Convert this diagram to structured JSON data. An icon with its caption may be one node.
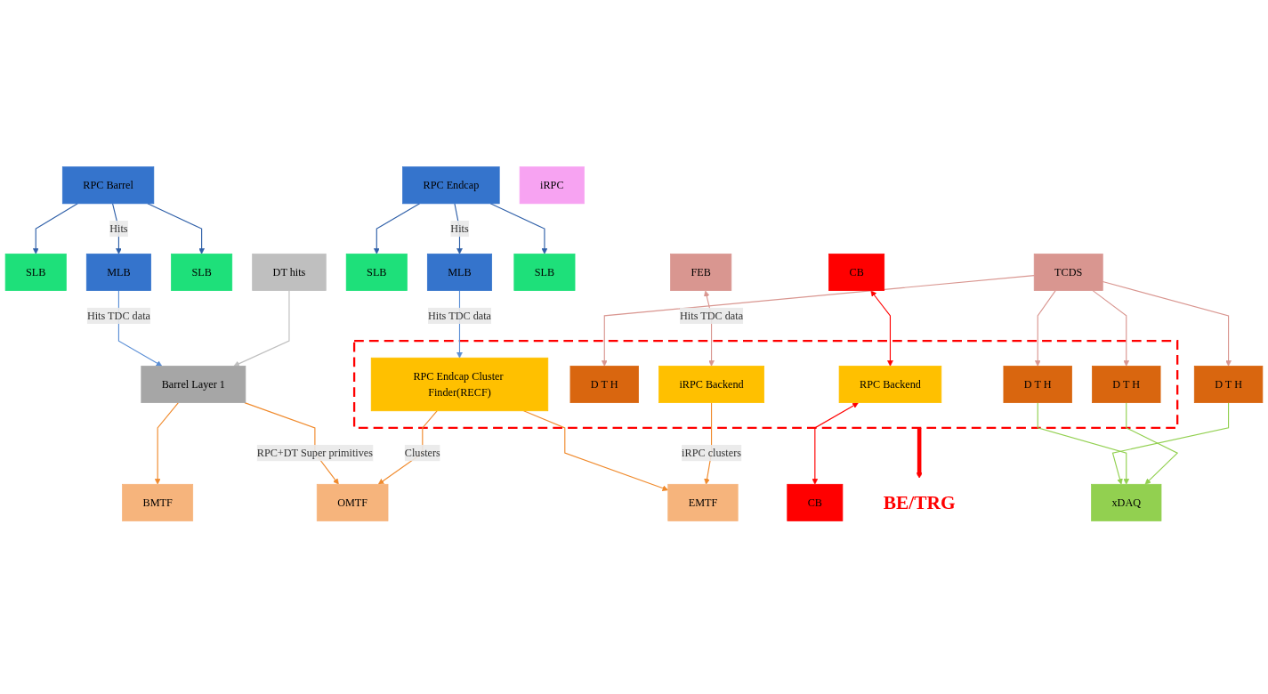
{
  "diagram": {
    "nodes": [
      {
        "text": [
          "RPC Barrel"
        ]
      },
      {
        "text": [
          "RPC Endcap"
        ]
      },
      {
        "text": [
          "iRPC"
        ]
      },
      {
        "text": [
          "SLB"
        ]
      },
      {
        "text": [
          "MLB"
        ]
      },
      {
        "text": [
          "SLB"
        ]
      },
      {
        "text": [
          "CB"
        ]
      },
      {
        "text": [
          "CB"
        ]
      },
      {
        "text": [
          "SLB"
        ]
      },
      {
        "text": [
          "MLB"
        ]
      },
      {
        "text": [
          "SLB"
        ]
      },
      {
        "text": [
          "FEB"
        ]
      },
      {
        "text": [
          "DT hits"
        ]
      },
      {
        "text": [],
        "shape": "box"
      },
      {
        "text": [
          "Barrel Layer 1"
        ]
      },
      {
        "text": [
          "D T H"
        ]
      },
      {
        "text": [
          "RPC Backend"
        ],
        "in": 13
      },
      {
        "text": [
          "D T H"
        ],
        "in": 13
      },
      {
        "text": [
          "RPC Endcap Cluster Finder(RECF)"
        ],
        "in": 13
      },
      {
        "text": [
          "D T H"
        ],
        "in": 13
      },
      {
        "text": [
          "iRPC Backend"
        ],
        "in": 13
      },
      {
        "text": [
          "D T H"
        ],
        "in": 13
      },
      {
        "text": [
          "BE/TRG"
        ]
      },
      {
        "text": [
          "TCDS"
        ]
      },
      {
        "text": [
          "xDAQ"
        ]
      },
      {
        "text": [
          "BMTF"
        ]
      },
      {
        "text": [
          "OMTF"
        ]
      },
      {
        "text": [
          "EMTF"
        ]
      }
    ],
    "edges": [
      {
        "from": 0,
        "to": 3,
        "arrow": "to",
        "color": "#2e5fa8"
      },
      {
        "from": 0,
        "to": 4,
        "arrow": "to",
        "label": "Hits",
        "color": "#2e5fa8"
      },
      {
        "from": 0,
        "to": 5,
        "arrow": "to",
        "color": "#2e5fa8"
      },
      {
        "from": 1,
        "to": 8,
        "arrow": "to",
        "color": "#2e5fa8"
      },
      {
        "from": 1,
        "to": 9,
        "arrow": "to",
        "label": "Hits",
        "color": "#2e5fa8"
      },
      {
        "from": 1,
        "to": 10,
        "arrow": "to",
        "color": "#2e5fa8"
      },
      {
        "from": 4,
        "to": 14,
        "arrow": "to",
        "label": "Hits TDC data",
        "color": "#5b8fd6"
      },
      {
        "from": 9,
        "to": 18,
        "arrow": "to",
        "label": "Hits TDC data",
        "color": "#5b8fd6"
      },
      {
        "from": 6,
        "to": 16,
        "arrow": "both",
        "color": "#ff0000"
      },
      {
        "from": 16,
        "to": 7,
        "arrow": "both",
        "color": "#ff0000"
      },
      {
        "from": 11,
        "to": 20,
        "arrow": "both",
        "label": "Hits TDC data",
        "color": "#d99690"
      },
      {
        "from": 12,
        "to": 14,
        "arrow": "to",
        "color": "#bfbfbf"
      },
      {
        "from": 13,
        "to": 22,
        "arrow": "to",
        "style": "thick",
        "color": "#ff0000"
      },
      {
        "from": 23,
        "to": 15,
        "arrow": "to",
        "color": "#d99690"
      },
      {
        "from": 23,
        "to": 17,
        "arrow": "to",
        "color": "#d99690"
      },
      {
        "from": 23,
        "to": 19,
        "arrow": "to",
        "color": "#d99690"
      },
      {
        "from": 23,
        "to": 21,
        "arrow": "to",
        "color": "#d99690"
      },
      {
        "from": 15,
        "to": 24,
        "arrow": "to",
        "color": "#92d050"
      },
      {
        "from": 19,
        "to": 24,
        "arrow": "to",
        "color": "#92d050"
      },
      {
        "from": 21,
        "to": 24,
        "arrow": "to",
        "color": "#92d050"
      },
      {
        "from": 14,
        "to": 25,
        "arrow": "to",
        "color": "#f08a2c"
      },
      {
        "from": 14,
        "to": 26,
        "arrow": "to",
        "label": "RPC+DT Super primitives",
        "color": "#f08a2c"
      },
      {
        "from": 18,
        "to": 26,
        "arrow": "to",
        "label": "Clusters",
        "color": "#f08a2c"
      },
      {
        "from": 18,
        "to": 27,
        "arrow": "to",
        "color": "#f08a2c"
      },
      {
        "from": 20,
        "to": 27,
        "arrow": "to",
        "label": "iRPC clusters",
        "color": "#f08a2c"
      }
    ]
  }
}
